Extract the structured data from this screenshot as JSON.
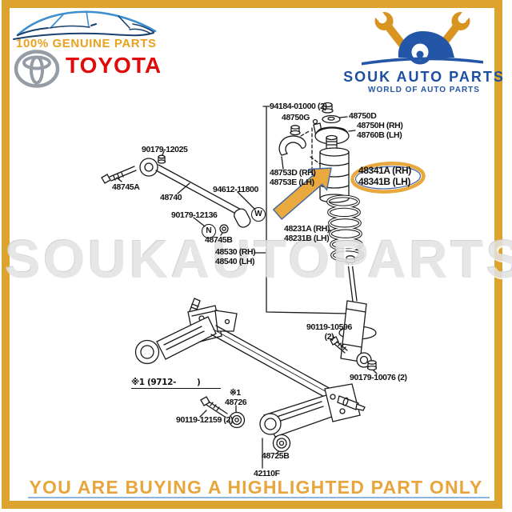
{
  "header": {
    "genuine": "100% GENUINE PARTS",
    "toyota": "TOYOTA",
    "shop": "SOUK AUTO PARTS",
    "tagline": "WORLD OF AUTO PARTS"
  },
  "watermark": "SOUKAUTOPARTS",
  "footer": {
    "notice": "YOU ARE BUYING A HIGHLIGHTED PART ONLY"
  },
  "colors": {
    "frame_gold": "#DCA42F",
    "accent_gold": "#E9A93F",
    "toyota_red": "#E00A0A",
    "logo_blue": "#2456A8",
    "logo_blue_dark": "#1D4FA1",
    "underline_blue": "#8FB4DC",
    "watermark_gray": "#E3E3E3"
  },
  "symbols": {
    "nut": "N",
    "washer": "W"
  },
  "highlighted_part": {
    "line1": "48341A (RH)",
    "line2": "48341B (LH)"
  },
  "labels": {
    "l94184": "94184-01000 (2)",
    "l48750G": "48750G",
    "l48750D": "48750D",
    "l48750H": "48750H (RH)",
    "l48760B": "48760B (LH)",
    "l48753D": "48753D (RH)",
    "l48753E": "48753E (LH)",
    "l9017912025": "90179-12025",
    "l48745A": "48745A",
    "l48740": "48740",
    "l94612": "94612-11800",
    "l9017912136": "90179-12136",
    "l48745B": "48745B",
    "l48530": "48530 (RH)",
    "l48540": "48540 (LH)",
    "l48231A": "48231A (RH)",
    "l48231B": "48231B (LH)",
    "l9011910596": "90119-10596",
    "l9011910596b": "(2)",
    "l9017910076": "90179-10076 (2)",
    "note1": "※1 (9712-        )",
    "note2": "※1",
    "l48726": "48726",
    "l9011912159": "90119-12159 (2)",
    "l48725B": "48725B",
    "l42110F": "42110F"
  }
}
